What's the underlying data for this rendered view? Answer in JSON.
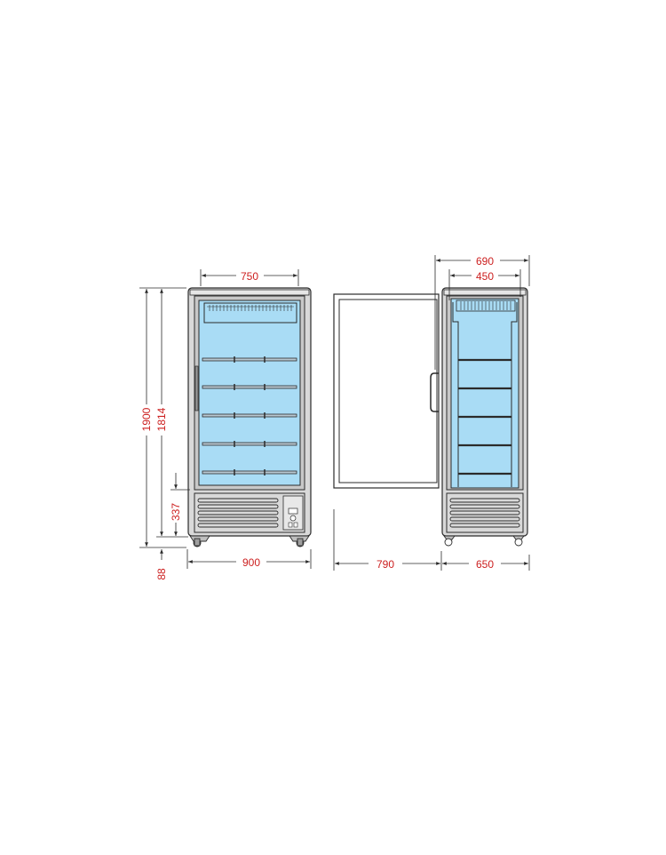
{
  "colors": {
    "dimension_text": "#cc1f1f",
    "line": "#2b2b2b",
    "glass": "#a9dcf5",
    "body": "#d9d9d9",
    "frame": "#c8c8c8"
  },
  "front_view": {
    "width_top": "750",
    "width_bottom": "900",
    "height_total": "1900",
    "height_cabinet": "1814",
    "height_base": "337",
    "height_feet": "88"
  },
  "door_swing": {
    "clearance": "790"
  },
  "side_view": {
    "depth_outer": "690",
    "depth_inner": "450",
    "depth_base": "650"
  }
}
